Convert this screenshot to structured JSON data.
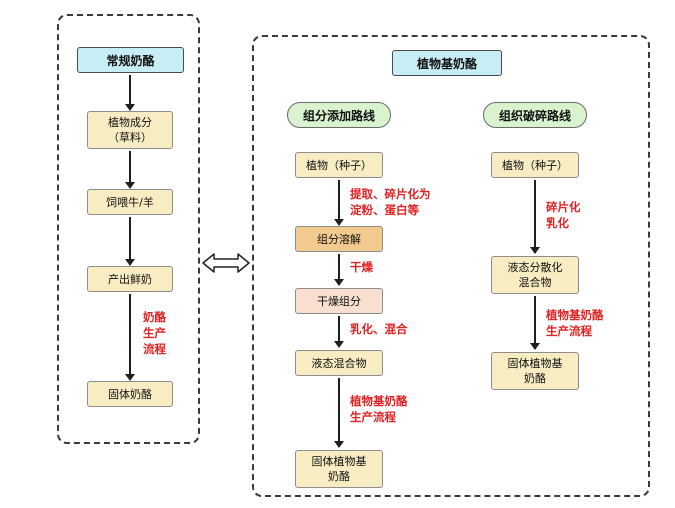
{
  "colors": {
    "panel_border": "#3a3a3a",
    "title_fill": "#c7eef5",
    "route_pill_fill": "#d9f3cf",
    "node_fill": "#f8ecc3",
    "node_orange_fill": "#f2c98e",
    "node_pink_fill": "#f8dfcf",
    "annotation_red": "#e22222",
    "arrow": "#1f1f1f"
  },
  "left_panel": {
    "title": "常规奶酪",
    "nodes": {
      "plant": "植物成分\n（草料）",
      "feed": "饲喂牛/羊",
      "milk": "产出鲜奶",
      "solid": "固体奶酪"
    },
    "process_label": "奶酪\n生产\n流程"
  },
  "right_panel": {
    "title": "植物基奶酪",
    "route_a": {
      "label": "组分添加路线",
      "nodes": {
        "seed": "植物（种子）",
        "dissolve": "组分溶解",
        "dried": "干燥组分",
        "liquid": "液态混合物",
        "solid": "固体植物基\n奶酪"
      },
      "steps": {
        "extract": "提取、碎片化为\n淀粉、蛋白等",
        "dry": "干燥",
        "emulsify": "乳化、混合",
        "process": "植物基奶酪\n生产流程"
      }
    },
    "route_b": {
      "label": "组织破碎路线",
      "nodes": {
        "seed": "植物（种子）",
        "liquid": "液态分散化\n混合物",
        "solid": "固体植物基\n奶酪"
      },
      "steps": {
        "fragment": "碎片化\n乳化",
        "process": "植物基奶酪\n生产流程"
      }
    }
  }
}
